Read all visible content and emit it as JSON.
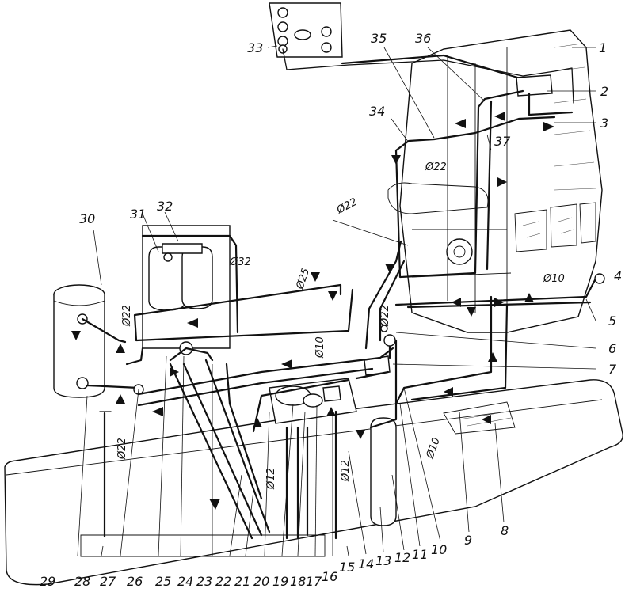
{
  "diagram": {
    "part_labels": [
      "1",
      "2",
      "3",
      "4",
      "5",
      "6",
      "7",
      "8",
      "9",
      "10",
      "11",
      "12",
      "13",
      "14",
      "15",
      "16",
      "17",
      "18",
      "19",
      "20",
      "21",
      "22",
      "23",
      "24",
      "25",
      "26",
      "27",
      "28",
      "29",
      "30",
      "31",
      "32",
      "33",
      "34",
      "35",
      "36",
      "37"
    ],
    "diameter_labels": {
      "d10_a": "Ø10",
      "d10_b": "Ø10",
      "d10_c": "Ø10",
      "d12_a": "Ø12",
      "d12_b": "Ø12",
      "d22_a": "Ø22",
      "d22_b": "Ø22",
      "d22_c": "Ø22",
      "d22_d": "Ø22",
      "d22_e": "Ø22",
      "d25": "Ø25",
      "d32": "Ø32"
    }
  }
}
